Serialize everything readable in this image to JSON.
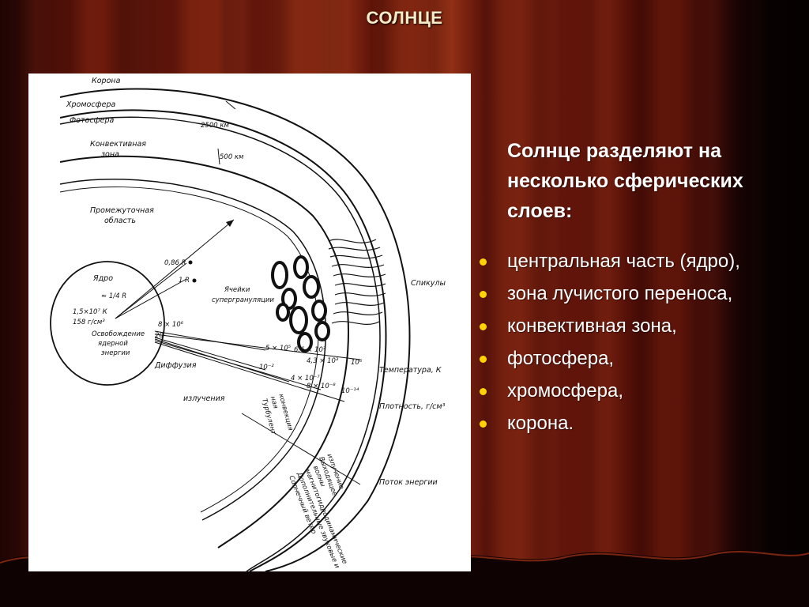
{
  "slide": {
    "title": "СОЛНЦЕ",
    "intro": "Солнце разделяют на несколько сферических слоев:",
    "layers": [
      "центральная часть (ядро),",
      "зона лучистого переноса,",
      "конвективная зона,",
      "фотосфера,",
      "хромосфера,",
      "корона."
    ],
    "bullet_color": "#ffd400",
    "title_color": "#f6ecc8"
  },
  "diagram": {
    "labels": {
      "corona": "Корона",
      "chromosphere": "Хромосфера",
      "photosphere": "Фотосфера",
      "convective_zone_1": "Конвективная",
      "convective_zone_2": "зона",
      "thickness_2500": "2500 км",
      "thickness_500": "500 км",
      "intermediate_1": "Промежуточная",
      "intermediate_2": "область",
      "r_086": "0,86 R",
      "r_1": "1 R",
      "core": "Ядро",
      "core_radius": "≈ 1/4 R",
      "core_temp": "1,5×10⁷ К",
      "core_density": "158 г/см³",
      "energy_1": "Освобождение",
      "energy_2": "ядерной",
      "energy_3": "энергии",
      "cells_1": "Ячейки",
      "cells_2": "супергрануляции",
      "spicules": "Спикулы",
      "diffusion": "Диффузия",
      "radiation": "излучения",
      "temperature": "Температура, К",
      "density": "Плотность, г/см³",
      "energy_flow": "Поток энергии",
      "turbulent_1": "Турбулент",
      "turbulent_2": "ная",
      "turbulent_3": "конвекция",
      "outgoing_1": "Выходящее",
      "outgoing_2": "излучение",
      "solar_wind_1": "Солнечный ветер",
      "solar_wind_2": "Дополнительные звуковые и",
      "solar_wind_3": "магнитогидродинамические",
      "solar_wind_4": "волны",
      "temp_8e6": "8 × 10⁶",
      "dens_20": "20",
      "temp_5e5": "5 × 10⁵",
      "temp_66e3": "6,6 × 10³",
      "temp_43e3": "4,3 × 10³",
      "temp_1e6": "10⁶",
      "dens_1e2": "10⁻²",
      "dens_4e10": "4 × 10⁻⁷",
      "dens_8e8": "8 × 10⁻⁸",
      "dens_1e14": "10⁻¹⁴"
    }
  }
}
